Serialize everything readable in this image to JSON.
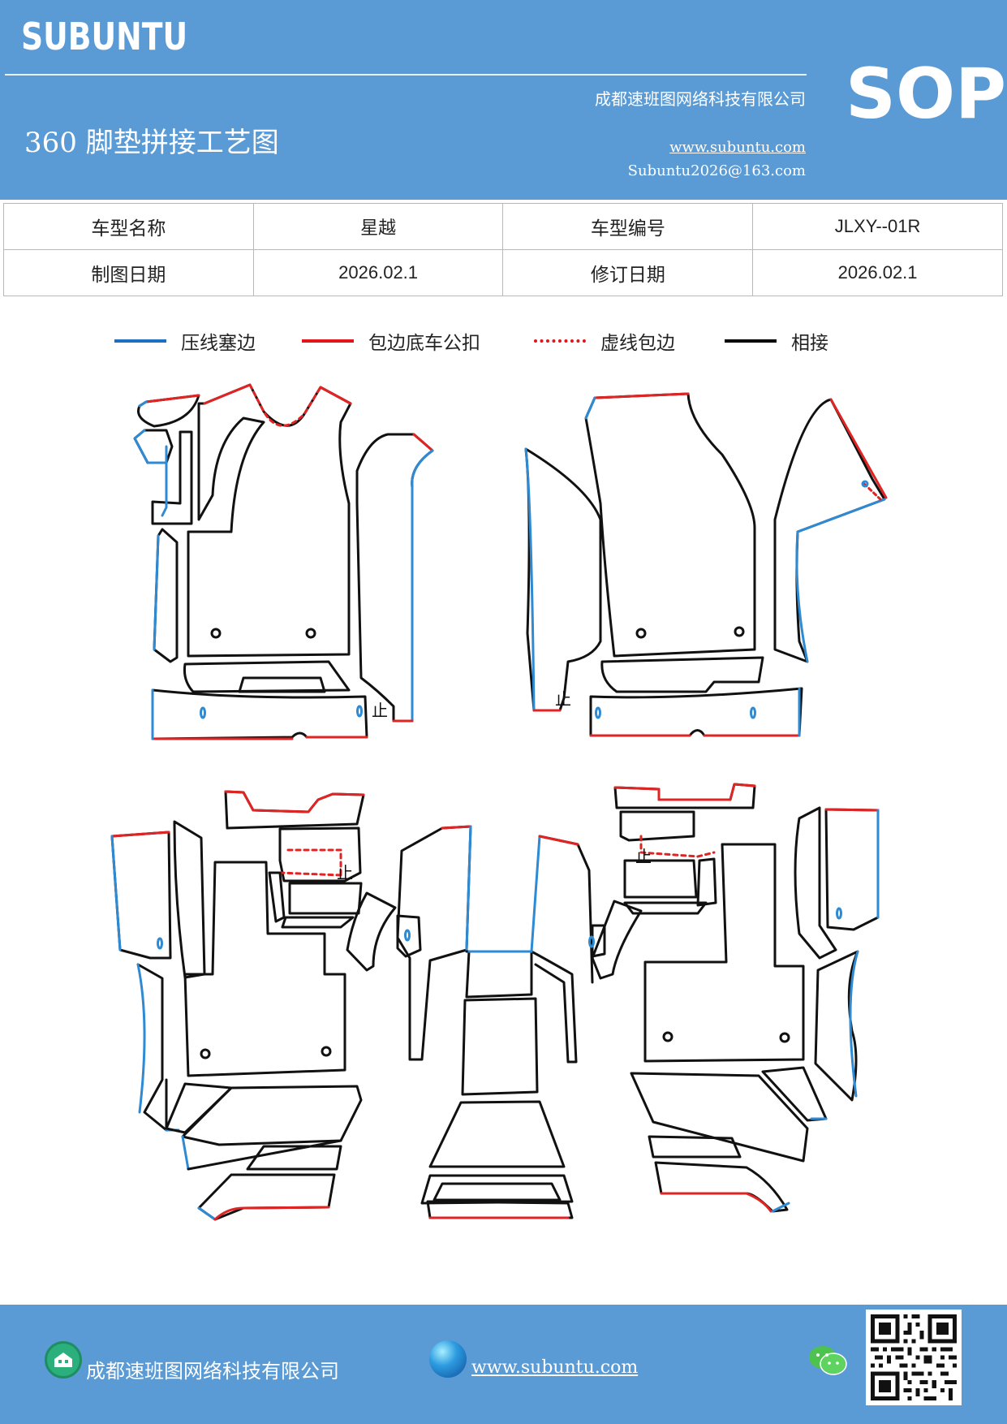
{
  "header": {
    "logo": "SUBUNTU",
    "company": "成都速班图网络科技有限公司",
    "website": "www.subuntu.com",
    "email": "Subuntu2026@163.com",
    "title": "360 脚垫拼接工艺图",
    "badge": "SOP"
  },
  "info_table": {
    "model_name_label": "车型名称",
    "model_name_value": "星越",
    "model_code_label": "车型编号",
    "model_code_value": "JLXY--01R",
    "draw_date_label": "制图日期",
    "draw_date_value": "2026.02.1",
    "revise_date_label": "修订日期",
    "revise_date_value": "2026.02.1"
  },
  "legend": [
    {
      "label": "压线塞边",
      "color": "#1f6fc1",
      "style": "solid"
    },
    {
      "label": "包边底车公扣",
      "color": "#e3151a",
      "style": "solid"
    },
    {
      "label": "虚线包边",
      "color": "#e3151a",
      "style": "dotted"
    },
    {
      "label": "相接",
      "color": "#000000",
      "style": "solid"
    }
  ],
  "diagram": {
    "colors": {
      "blue": "#2f8ad4",
      "red": "#e02424",
      "black": "#111111"
    },
    "mark_label": "止"
  },
  "footer": {
    "company": "成都速班图网络科技有限公司",
    "website": "www.subuntu.com"
  }
}
